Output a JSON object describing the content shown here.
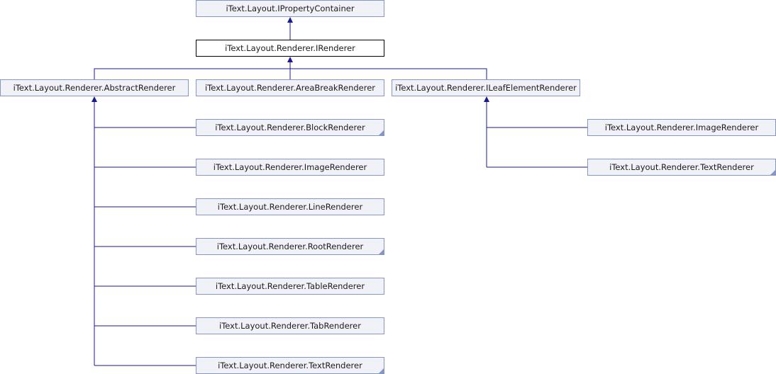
{
  "diagram": {
    "nodes": {
      "iproperty_container": "iText.Layout.IPropertyContainer",
      "irenderer": "iText.Layout.Renderer.IRenderer",
      "abstract_renderer": "iText.Layout.Renderer.AbstractRenderer",
      "areabreak_renderer": "iText.Layout.Renderer.AreaBreakRenderer",
      "ileafelement_renderer": "iText.Layout.Renderer.ILeafElementRenderer",
      "block_renderer": "iText.Layout.Renderer.BlockRenderer",
      "image_renderer": "iText.Layout.Renderer.ImageRenderer",
      "line_renderer": "iText.Layout.Renderer.LineRenderer",
      "root_renderer": "iText.Layout.Renderer.RootRenderer",
      "table_renderer": "iText.Layout.Renderer.TableRenderer",
      "tab_renderer": "iText.Layout.Renderer.TabRenderer",
      "text_renderer": "iText.Layout.Renderer.TextRenderer",
      "leaf_image_renderer": "iText.Layout.Renderer.ImageRenderer",
      "leaf_text_renderer": "iText.Layout.Renderer.TextRenderer"
    },
    "colors": {
      "edge": "#1a1a8c",
      "node_border": "#8596c4",
      "node_fill": "#f0f2f8",
      "current_border": "#000000"
    }
  }
}
